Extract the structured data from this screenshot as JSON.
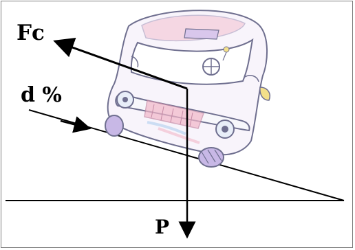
{
  "diagram": {
    "labels": {
      "friction_force": "Fc",
      "slope": "d %",
      "weight": "P"
    },
    "colors": {
      "line": "#000000",
      "car_outline": "#6f6f8f",
      "car_pink": "#f2b6c8",
      "car_purple": "#c8b8e6",
      "car_yellow": "#f4e08a",
      "car_blue": "#b9d3ef",
      "frame": "#7a7a7a"
    },
    "icons": {
      "car": "tilted-car-illustration"
    }
  }
}
